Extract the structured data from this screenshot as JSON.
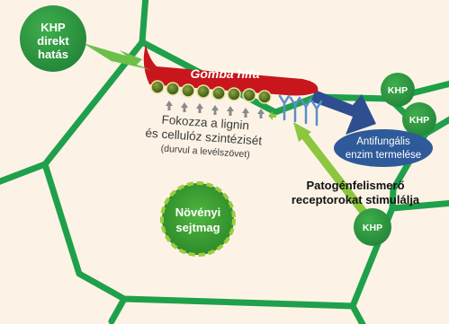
{
  "labels": {
    "khp_direct": [
      "KHP",
      "direkt",
      "hatás"
    ],
    "fungal_hypha": "Gomba hifa",
    "lignin_lines": [
      "Fokozza a lignin",
      "és cellulóz szintézisét"
    ],
    "lignin_note": "(durvul a levélszövet)",
    "nucleus": [
      "Növényi",
      "sejtmag"
    ],
    "khp_badges": [
      "KHP",
      "KHP",
      "KHP"
    ],
    "antifungal": [
      "Antifungális",
      "enzim termelése"
    ],
    "receptor": [
      "Patogénfelismerő",
      "receptorokat stimulálja"
    ]
  },
  "colors": {
    "background": "#fcf3e6",
    "cell_wall": "#1fa04a",
    "khp_green": "#2f9c3f",
    "hypha_red": "#c8161c",
    "enzim_blue": "#2e5a9a",
    "arrow_blue": "#2e4e8f",
    "lime_arrow": "#8dc63f",
    "receptor_blue": "#5b8ec9",
    "nucleus_fill": "#43a83a",
    "nucleus_border": "#9ccc3c"
  }
}
